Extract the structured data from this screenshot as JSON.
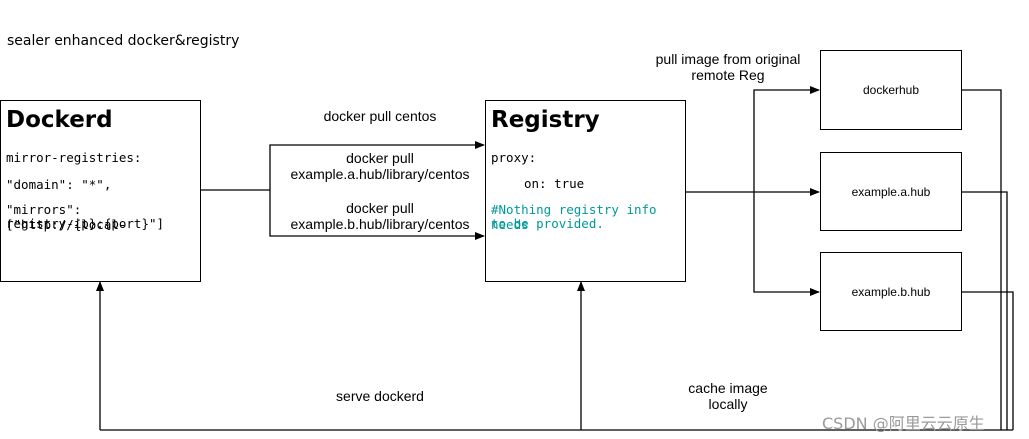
{
  "title": "sealer enhanced docker&registry",
  "dockerd": {
    "heading": "Dockerd",
    "line1": "mirror-registries:",
    "line2": "\"domain\": \"*\",",
    "line3a": "\"mirrors\": [\"http://{local-",
    "line3b": "registry-ip}:{port}\"]"
  },
  "registry": {
    "heading": "Registry",
    "line1": "proxy:",
    "line2": "on: true",
    "comment_a": "#Nothing registry info needs",
    "comment_b": "to be provided.",
    "comment_color": "#009999"
  },
  "edges": {
    "pull_centos": "docker pull centos",
    "pull_a_1": "docker pull",
    "pull_a_2": "example.a.hub/library/centos",
    "pull_b_1": "docker pull",
    "pull_b_2": "example.b.hub/library/centos",
    "pull_remote_1": "pull image from original",
    "pull_remote_2": "remote Reg",
    "serve": "serve dockerd",
    "cache_1": "cache image",
    "cache_2": "locally"
  },
  "remotes": {
    "dockerhub": "dockerhub",
    "a": "example.a.hub",
    "b": "example.b.hub"
  },
  "watermark": "CSDN @阿里云云原生"
}
